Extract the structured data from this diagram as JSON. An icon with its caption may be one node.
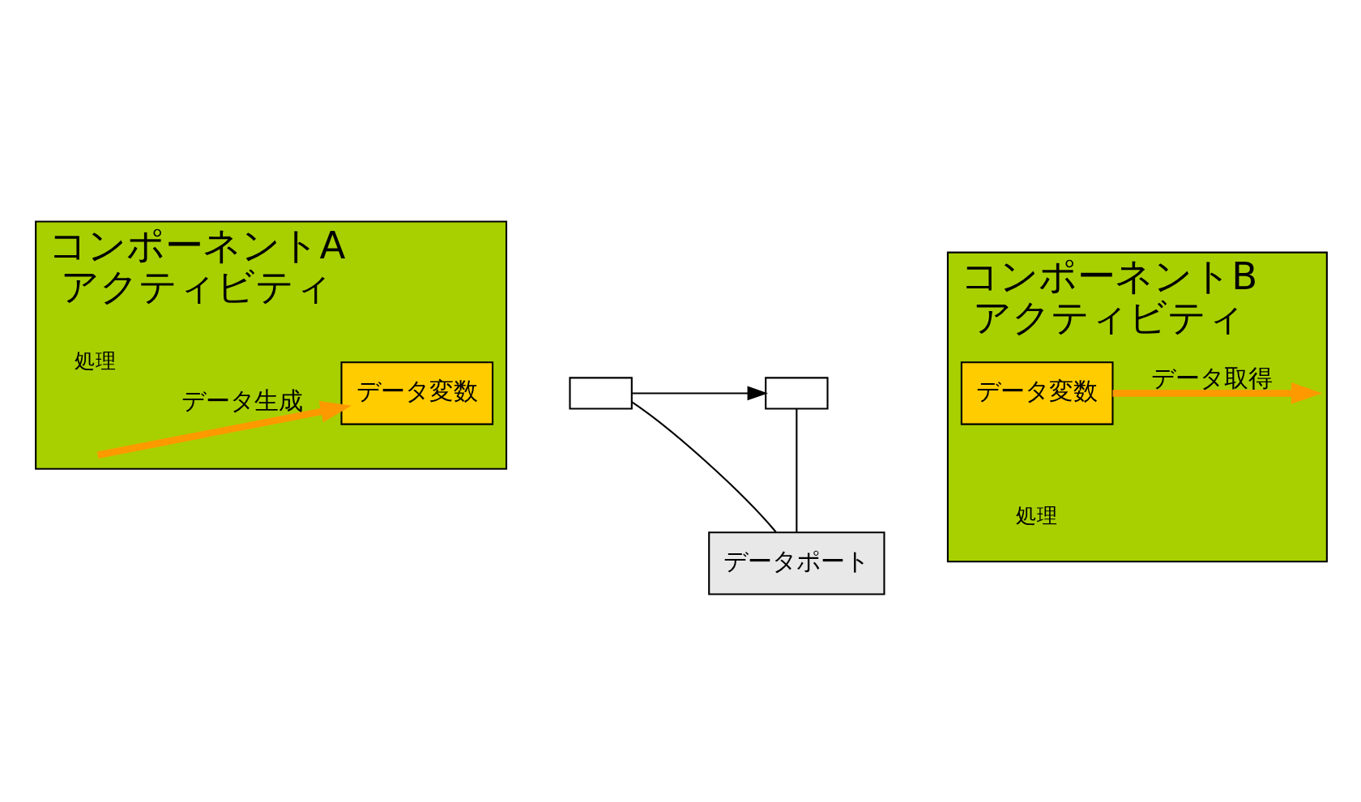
{
  "diagram": {
    "nodes": [
      {
        "text": [
          "コンポーネントA",
          "アクティビティ"
        ]
      },
      {
        "text": [
          "データ変数"
        ],
        "in": 0
      },
      {
        "text": [],
        "shape": "box"
      },
      {
        "text": [],
        "shape": "box"
      },
      {
        "text": [
          "コンポーネントB",
          "アクティビティ"
        ]
      },
      {
        "text": [
          "データ変数"
        ],
        "in": 4
      },
      {
        "text": [
          "データポート"
        ]
      }
    ],
    "edges": [
      {
        "from": null,
        "to": 1,
        "arrow": "to",
        "label": "データ生成",
        "style": "thick",
        "color": "#ff9900"
      },
      {
        "from": 5,
        "to": null,
        "arrow": "to",
        "label": "データ取得",
        "style": "thick",
        "color": "#ff9900"
      },
      {
        "from": 2,
        "to": 3,
        "arrow": "to"
      },
      {
        "from": 6,
        "to": 2,
        "arrow": "none"
      },
      {
        "from": 6,
        "to": 3,
        "arrow": "none"
      }
    ],
    "labels": [
      "処理",
      "処理"
    ]
  }
}
